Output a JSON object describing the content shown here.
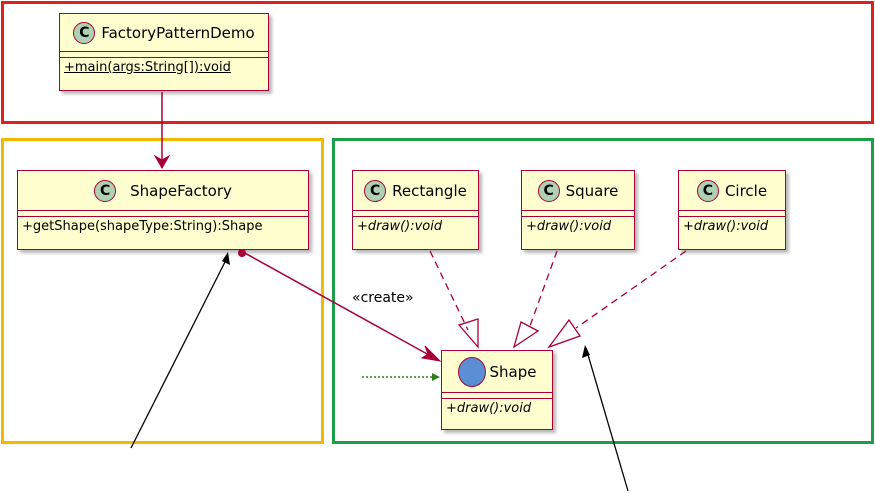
{
  "frames": {
    "client_color": "#e11f1f",
    "factory_color": "#f5b800",
    "products_color": "#1e9e4a"
  },
  "classes": {
    "demo": {
      "stereotype_letter": "C",
      "name": "FactoryPatternDemo",
      "method": "+main(args:String[]):void"
    },
    "factory": {
      "stereotype_letter": "C",
      "name": "ShapeFactory",
      "method": "+getShape(shapeType:String):Shape"
    },
    "rectangle": {
      "stereotype_letter": "C",
      "name": "Rectangle",
      "method": "+draw():void"
    },
    "square": {
      "stereotype_letter": "C",
      "name": "Square",
      "method": "+draw():void"
    },
    "circle": {
      "stereotype_letter": "C",
      "name": "Circle",
      "method": "+draw():void"
    },
    "shape": {
      "name": "Shape",
      "method": "+draw():void"
    }
  },
  "relations": {
    "create_label": "«create»"
  },
  "colors": {
    "class_fill": "#fefece",
    "class_border": "#a80036",
    "class_badge": "#add1b2",
    "interface_badge": "#5b8fd3",
    "arrow": "#a80036",
    "dependency": "#2e7d1e"
  }
}
